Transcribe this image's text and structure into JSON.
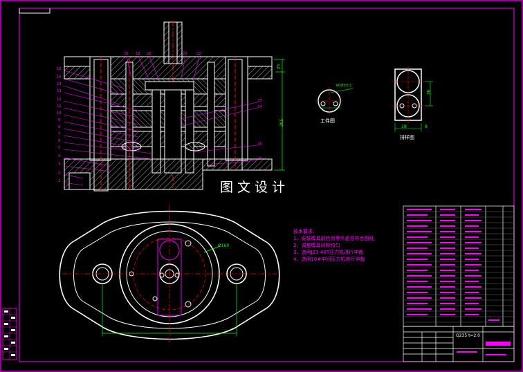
{
  "watermark": "图文设计",
  "views": {
    "workpiece_label": "工件图",
    "layout_label": "排样图"
  },
  "tech_notes": {
    "title": "技术要求:",
    "items": [
      "1、安装模具前检测零件是否符合图纸",
      "2、调整模具间隙均匀",
      "3、选用J23-40T压力机进行冲裁",
      "4、选用10#中间压力机进行冲裁"
    ]
  },
  "dimensions": {
    "phi160": "Ø160",
    "left_height": "205",
    "right_top": "25",
    "strip_width": "18",
    "strip_pitch": "36",
    "strip_side": "8",
    "workpiece_dim": "Ø18±0.1"
  },
  "part_numbers_left": [
    "16",
    "15",
    "14",
    "13",
    "12",
    "11",
    "10",
    "9",
    "8",
    "7",
    "6",
    "5",
    "4",
    "3",
    "2",
    "1"
  ],
  "part_numbers_top": [
    "18",
    "19",
    "20",
    "21",
    "22"
  ],
  "part_numbers_right": [
    "23",
    "24",
    "25",
    "26"
  ],
  "title_block": {
    "material_thickness": "Q235 t=2.0"
  },
  "colors": {
    "background": "#000000",
    "outline": "#ffffff",
    "frame": "#ff00ff",
    "centerline": "#ff0000",
    "dimension": "#00ff00",
    "hatch": "#ffffff"
  }
}
